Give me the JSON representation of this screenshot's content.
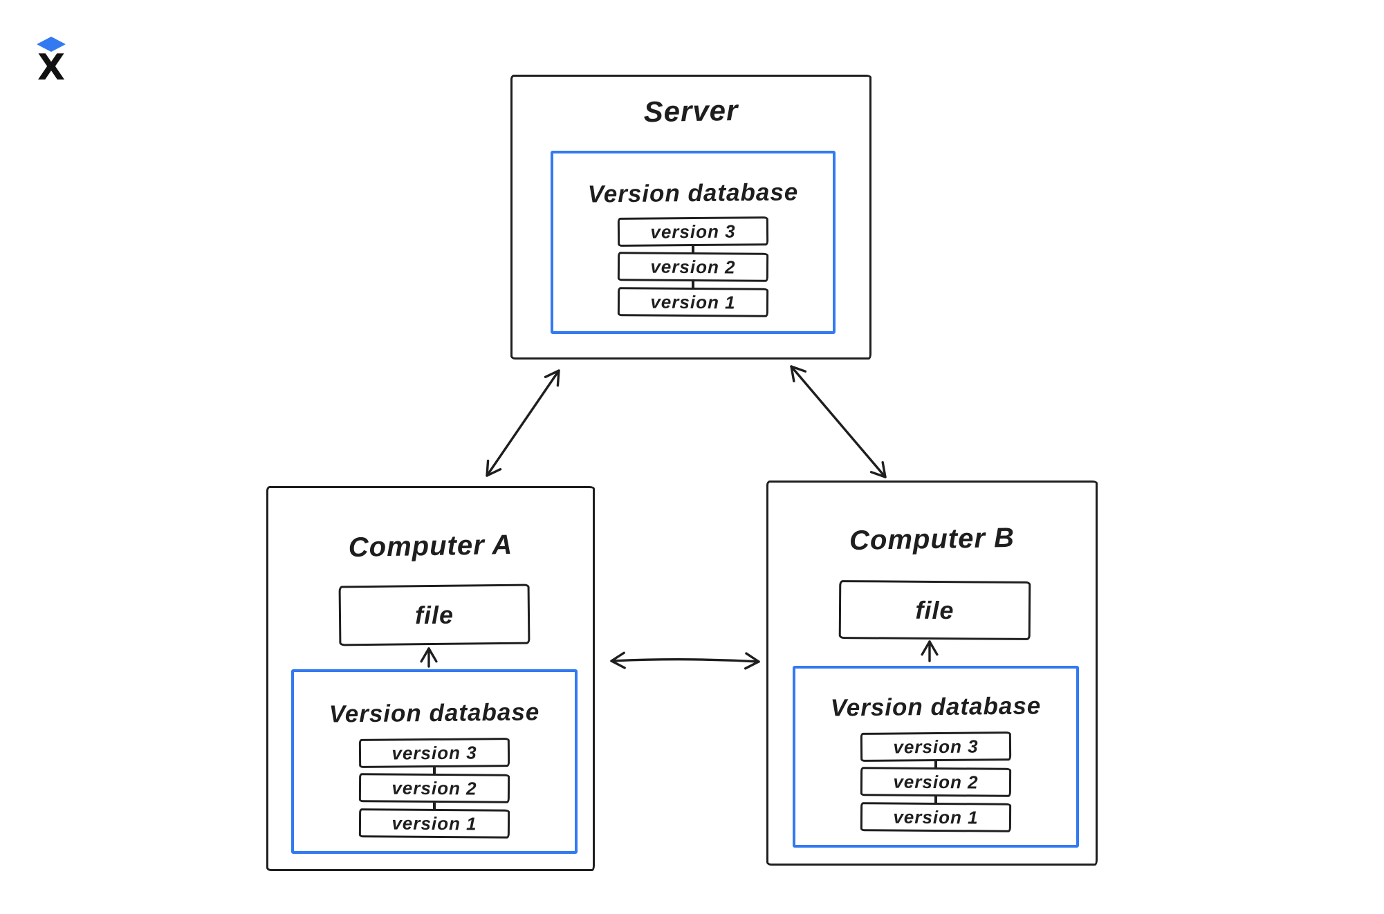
{
  "colors": {
    "background": "#ffffff",
    "ink": "#1e1e1e",
    "accent_blue": "#3379f2"
  },
  "logo": {
    "icon": "x-logo-icon",
    "diamond_color": "#3379f2",
    "x_color": "#111111"
  },
  "server": {
    "title": "Server",
    "database": {
      "title": "Version database",
      "versions": [
        "version 3",
        "version 2",
        "version 1"
      ]
    }
  },
  "computer_a": {
    "title": "Computer A",
    "file_label": "file",
    "database": {
      "title": "Version database",
      "versions": [
        "version 3",
        "version 2",
        "version 1"
      ]
    }
  },
  "computer_b": {
    "title": "Computer B",
    "file_label": "file",
    "database": {
      "title": "Version database",
      "versions": [
        "version 3",
        "version 2",
        "version 1"
      ]
    }
  },
  "connections": [
    {
      "from": "server",
      "to": "computer-a",
      "bidirectional": true
    },
    {
      "from": "server",
      "to": "computer-b",
      "bidirectional": true
    },
    {
      "from": "computer-a",
      "to": "computer-b",
      "bidirectional": true
    },
    {
      "from": "computer-a-version-database",
      "to": "computer-a-file",
      "bidirectional": false
    },
    {
      "from": "computer-b-version-database",
      "to": "computer-b-file",
      "bidirectional": false
    }
  ]
}
